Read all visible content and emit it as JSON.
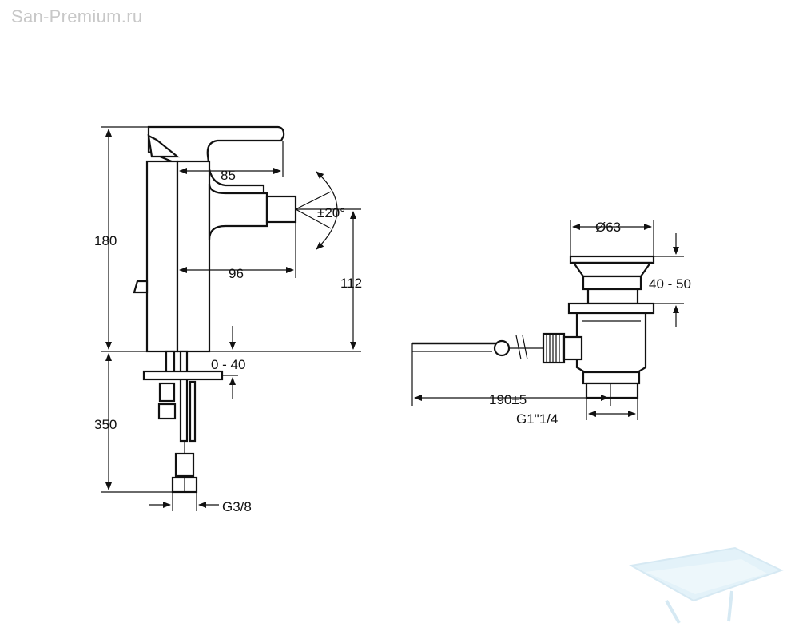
{
  "watermark": {
    "text": "San-Premium.ru"
  },
  "dimensions": {
    "height_total": "180",
    "spout_reach": "85",
    "nozzle_swivel": "±20°",
    "nozzle_reach": "96",
    "nozzle_height": "112",
    "deck_thickness": "0 - 40",
    "hose_length": "350",
    "connection_thread": "G3/8",
    "waste_diameter": "Ø63",
    "waste_height": "40 - 50",
    "rod_length": "190±5",
    "waste_thread": "G1\"1/4"
  },
  "colors": {
    "line": "#111111",
    "watermark": "#c8c8c8",
    "logo": "#cfe6f2"
  }
}
